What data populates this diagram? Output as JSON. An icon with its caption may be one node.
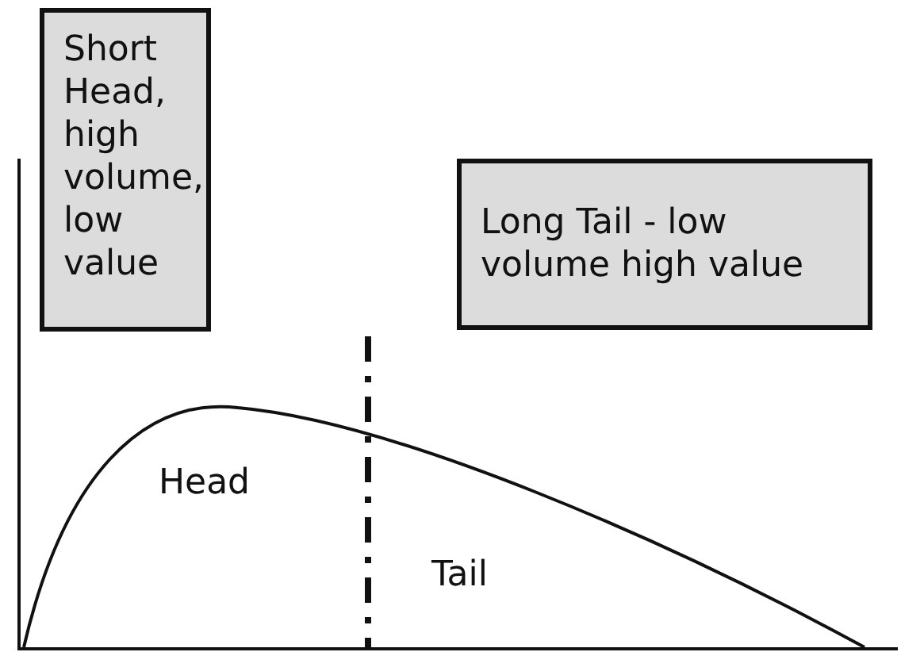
{
  "diagram": {
    "nodes": [
      {
        "text": [
          "Short Head, high volume, low value"
        ]
      },
      {
        "text": [
          "Long Tail - low volume high value"
        ]
      }
    ],
    "labels": [
      "Head",
      "Tail"
    ]
  }
}
